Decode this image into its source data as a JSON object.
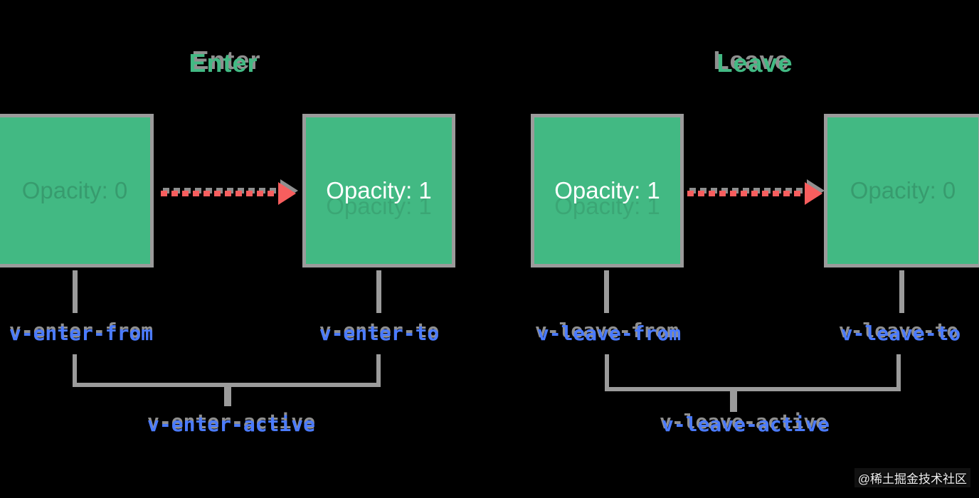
{
  "sections": [
    {
      "id": "enter",
      "title": "Enter",
      "boxes": [
        {
          "label": "Opacity: 0",
          "state": "faded"
        },
        {
          "label": "Opacity: 1",
          "state": "solid"
        }
      ],
      "labels": {
        "from": "v-enter-from",
        "to": "v-enter-to",
        "active": "v-enter-active"
      }
    },
    {
      "id": "leave",
      "title": "Leave",
      "boxes": [
        {
          "label": "Opacity: 1",
          "state": "solid"
        },
        {
          "label": "Opacity: 0",
          "state": "faded"
        }
      ],
      "labels": {
        "from": "v-leave-from",
        "to": "v-leave-to",
        "active": "v-leave-active"
      }
    }
  ],
  "watermark": {
    "text": "@稀土掘金技术社区"
  },
  "colors": {
    "background": "#000000",
    "box_green": "#42b983",
    "title_green": "#42b983",
    "line_gray": "#9b9b9b",
    "shadow_gray": "#8f8f8f",
    "arrow_red": "#f75e5e",
    "code_blue": "#4b7bff",
    "box_text_white": "#ffffff"
  }
}
